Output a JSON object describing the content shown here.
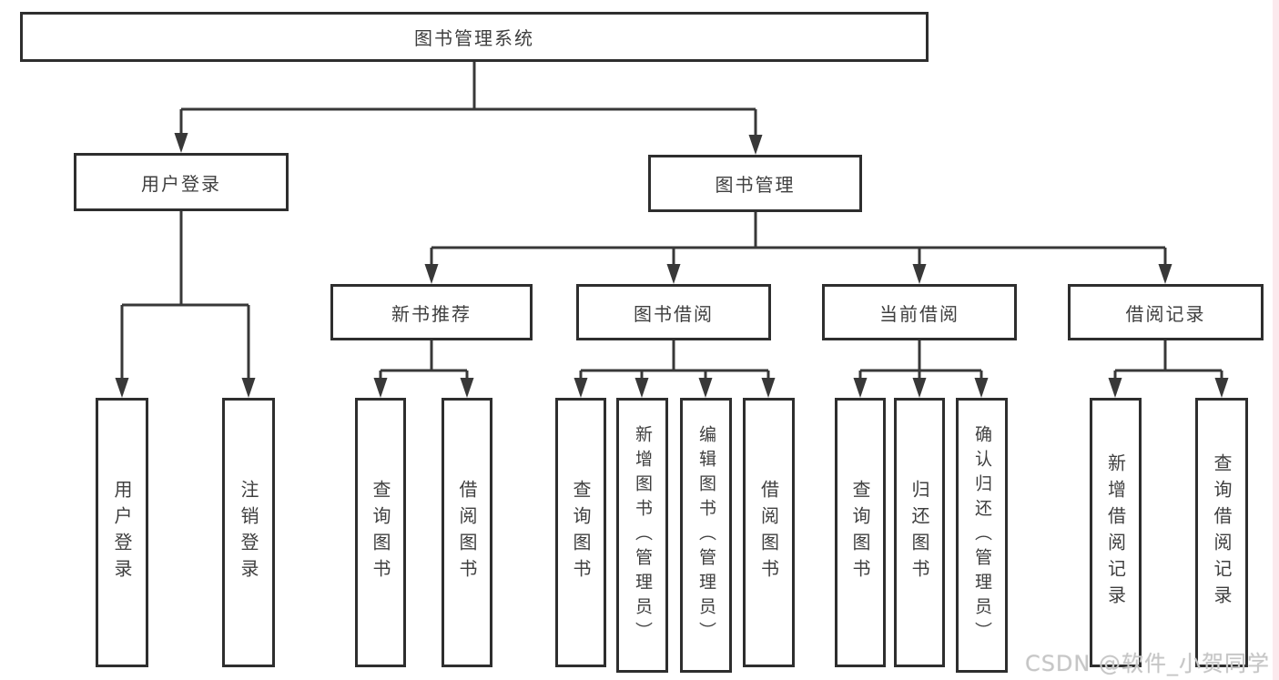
{
  "tree": {
    "label": "图书管理系统",
    "children": [
      {
        "label": "用户登录",
        "children": [
          {
            "label": "用户登录"
          },
          {
            "label": "注销登录"
          }
        ]
      },
      {
        "label": "图书管理",
        "children": [
          {
            "label": "新书推荐",
            "children": [
              {
                "label": "查询图书"
              },
              {
                "label": "借阅图书"
              }
            ]
          },
          {
            "label": "图书借阅",
            "children": [
              {
                "label": "查询图书"
              },
              {
                "label": "新增图书（管理员）"
              },
              {
                "label": "编辑图书（管理员）"
              },
              {
                "label": "借阅图书"
              }
            ]
          },
          {
            "label": "当前借阅",
            "children": [
              {
                "label": "查询图书"
              },
              {
                "label": "归还图书"
              },
              {
                "label": "确认归还（管理员）"
              }
            ]
          },
          {
            "label": "借阅记录",
            "children": [
              {
                "label": "新增借阅记录"
              },
              {
                "label": "查询借阅记录"
              }
            ]
          }
        ]
      }
    ]
  },
  "watermark": {
    "text": "CSDN @软件_小贺同学"
  },
  "colors": {
    "line": "#383838",
    "box_border": "#2e2e2e",
    "box_text": "#3f3f3f",
    "watermark_text": "#c6c6c6",
    "page_edge_pink": "#fbe9ed"
  }
}
